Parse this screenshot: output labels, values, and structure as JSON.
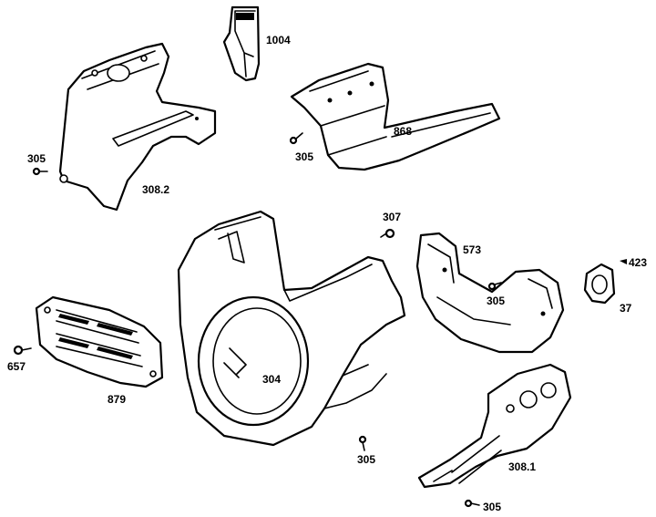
{
  "parts": [
    {
      "id": "p1004",
      "label": "1004"
    },
    {
      "id": "p305a",
      "label": "305"
    },
    {
      "id": "p3082",
      "label": "308.2"
    },
    {
      "id": "p305b",
      "label": "305"
    },
    {
      "id": "p868",
      "label": "868"
    },
    {
      "id": "p307",
      "label": "307"
    },
    {
      "id": "p573",
      "label": "573"
    },
    {
      "id": "p305c",
      "label": "305"
    },
    {
      "id": "p423",
      "label": "423"
    },
    {
      "id": "p37",
      "label": "37"
    },
    {
      "id": "p657",
      "label": "657"
    },
    {
      "id": "p879",
      "label": "879"
    },
    {
      "id": "p304",
      "label": "304"
    },
    {
      "id": "p305d",
      "label": "305"
    },
    {
      "id": "p3081",
      "label": "308.1"
    },
    {
      "id": "p305e",
      "label": "305"
    }
  ],
  "colors": {
    "ink": "#000000",
    "paper": "#ffffff"
  }
}
